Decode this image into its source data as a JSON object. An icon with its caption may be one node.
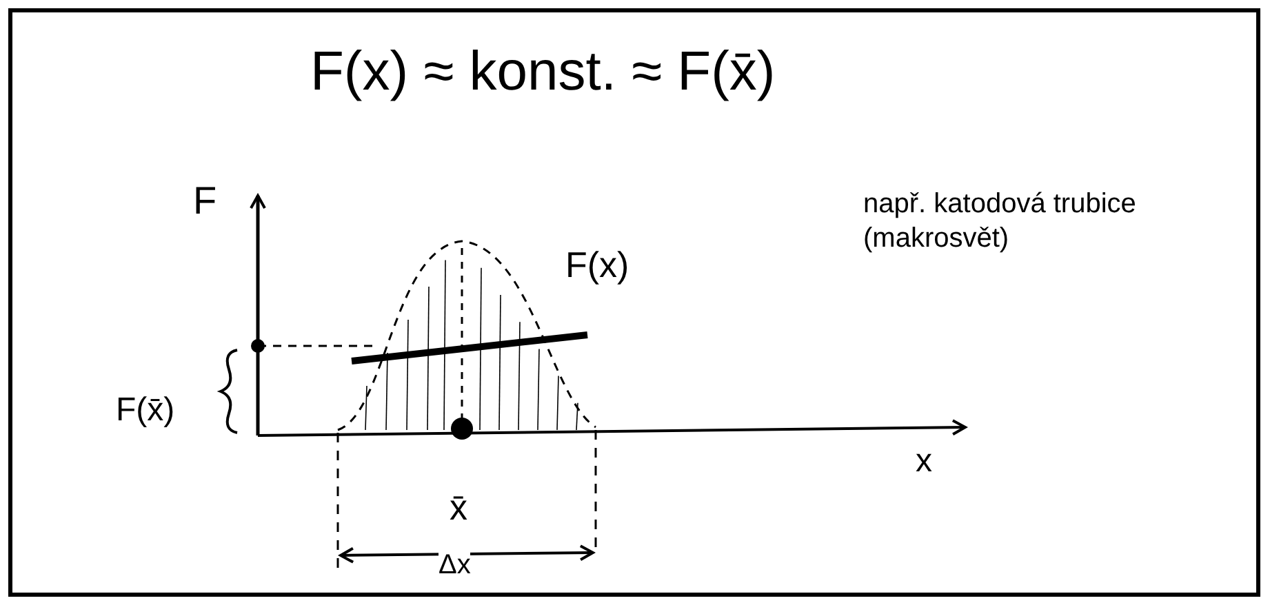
{
  "diagram": {
    "title": "F(x) ≈ konst. ≈ F(x̄)",
    "labels": [
      "F",
      "např. katodová trubice (makrosvět)",
      "F(x)",
      "F(x̄)",
      "x",
      "x̄",
      "Δx"
    ]
  }
}
